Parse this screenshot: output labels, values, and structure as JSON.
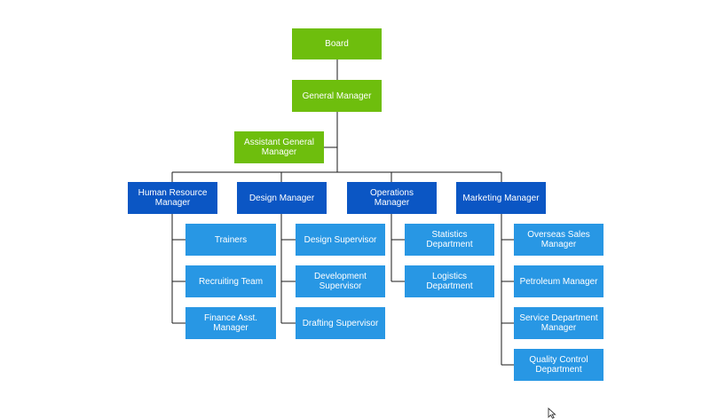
{
  "org_chart": {
    "colors": {
      "top": "#6ebe0d",
      "manager": "#0b56c4",
      "unit": "#2897e4",
      "connector": "#1a1a1a"
    },
    "board": "Board",
    "general_manager": "General Manager",
    "assistant": "Assistant General Manager",
    "managers": [
      {
        "label": "Human Resource Manager",
        "children": [
          "Trainers",
          "Recruiting Team",
          "Finance Asst. Manager"
        ]
      },
      {
        "label": "Design Manager",
        "children": [
          "Design Supervisor",
          "Development Supervisor",
          "Drafting Supervisor"
        ]
      },
      {
        "label": "Operations Manager",
        "children": [
          "Statistics Department",
          "Logistics Department"
        ]
      },
      {
        "label": "Marketing Manager",
        "children": [
          "Overseas Sales Manager",
          "Petroleum Manager",
          "Service Department Manager",
          "Quality Control Department"
        ]
      }
    ]
  },
  "cursor_icon": "mouse-pointer-icon"
}
